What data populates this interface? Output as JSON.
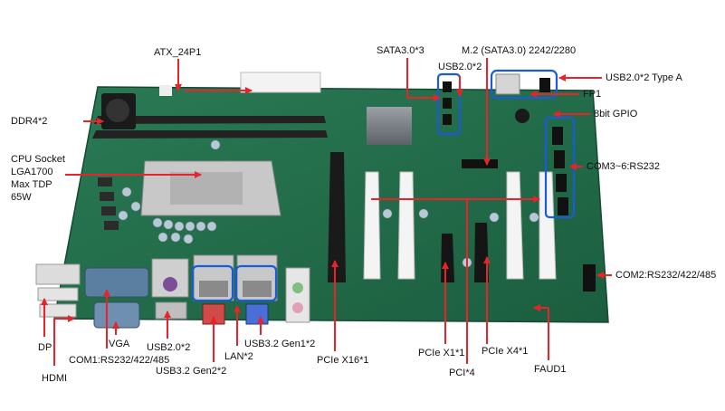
{
  "labels": {
    "atx": "ATX_24P1",
    "sata": "SATA3.0*3",
    "m2": "M.2 (SATA3.0) 2242/2280",
    "usb20_top": "USB2.0*2",
    "usb20_typea": "USB2.0*2 Type A",
    "fp1": "FP1",
    "gpio": "8bit GPIO",
    "ddr4": "DDR4*2",
    "cpu_line1": "CPU Socket",
    "cpu_line2": "LGA1700",
    "cpu_line3": "Max TDP",
    "cpu_line4": "65W",
    "com36": "COM3~6:RS232",
    "com2": "COM2:RS232/422/485",
    "dp": "DP",
    "hdmi": "HDMI",
    "com1": "COM1:RS232/422/485",
    "vga": "VGA",
    "usb20_rear": "USB2.0*2",
    "usb32g2": "USB3.2 Gen2*2",
    "lan": "LAN*2",
    "usb32g1": "USB3.2 Gen1*2",
    "pcie16": "PCIe X16*1",
    "pcie1": "PCIe X1*1",
    "pci": "PCI*4",
    "pcie4": "PCIe X4*1",
    "faud": "FAUD1"
  },
  "colors": {
    "arrow": "#e8242a",
    "highlight": "#1a5bd6",
    "pcb": "#1f6b47",
    "label": "#111111"
  }
}
